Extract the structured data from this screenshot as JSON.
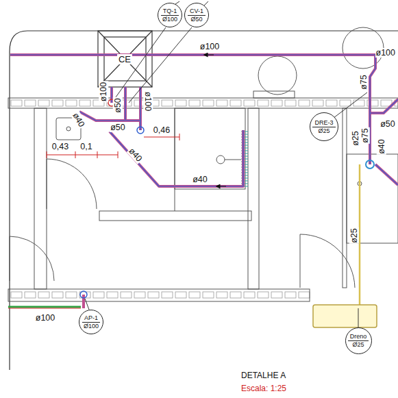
{
  "diagram": {
    "title": "DETALHE A",
    "caption": "Escala: 1:25",
    "nodes": [
      {
        "text": [
          "TQ-1",
          "Ø100"
        ]
      },
      {
        "text": [
          "CV-1",
          "Ø50"
        ]
      },
      {
        "text": [
          "CE"
        ]
      },
      {
        "text": [
          "DRE-3",
          "Ø25"
        ]
      },
      {
        "text": [
          "AP-1",
          "Ø100"
        ]
      },
      {
        "text": [
          "Dreno",
          "Ø25"
        ]
      }
    ],
    "labels": [
      "ø100",
      "ø100",
      "ø50",
      "ø100",
      "ø40",
      "ø50",
      "0,46",
      "0,43",
      "0,1",
      "ø40",
      "ø40",
      "ø100",
      "ø75",
      "ø50",
      "ø25",
      "ø75",
      "ø40",
      "ø25",
      "ø100"
    ]
  }
}
